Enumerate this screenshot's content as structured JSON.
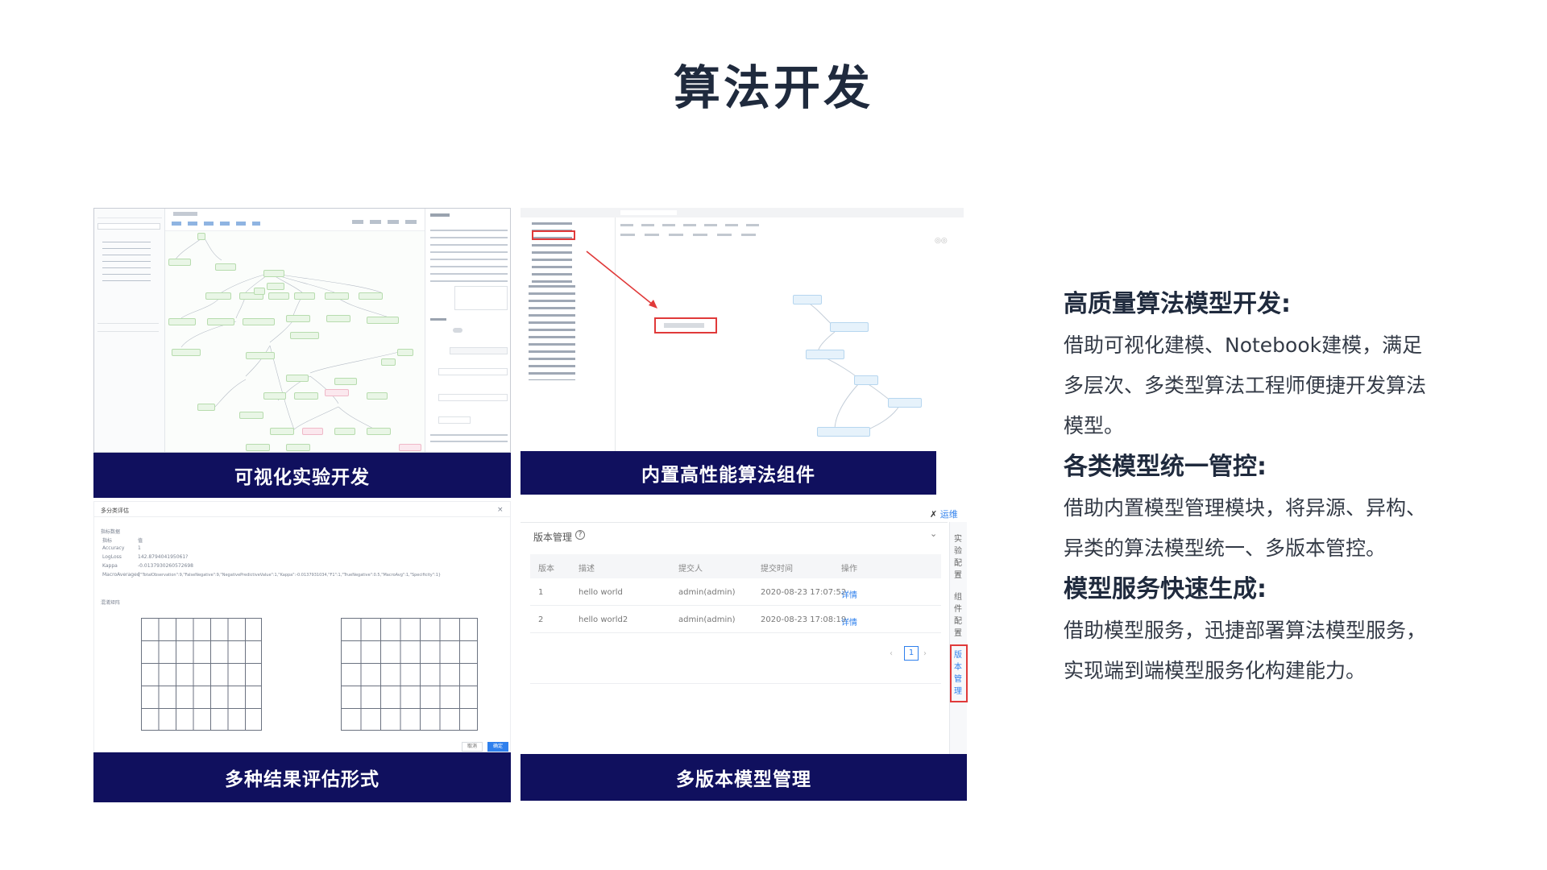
{
  "title": "算法开发",
  "captions": {
    "visual": "可视化实验开发",
    "builtin": "内置高性能算法组件",
    "eval": "多种结果评估形式",
    "version": "多版本模型管理"
  },
  "sections": [
    {
      "heading": "高质量算法模型开发:",
      "lines": [
        "借助可视化建模、Notebook建模，满足",
        "多层次、多类型算法工程师便捷开发算法",
        "模型。"
      ]
    },
    {
      "heading": "各类模型统一管控:",
      "lines": [
        "借助内置模型管理模块，将异源、异构、",
        "异类的算法模型统一、多版本管控。"
      ]
    },
    {
      "heading": "模型服务快速生成:",
      "lines": [
        "借助模型服务，迅捷部署算法模型服务，",
        "实现端到端模型服务化构建能力。"
      ]
    }
  ],
  "version_panel": {
    "title": "版本管理",
    "columns": [
      "版本",
      "描述",
      "提交人",
      "提交时间",
      "操作"
    ],
    "rows": [
      {
        "ver": "1",
        "desc": "hello world",
        "user": "admin(admin)",
        "time": "2020-08-23 17:07:52",
        "op": "详情"
      },
      {
        "ver": "2",
        "desc": "hello world2",
        "user": "admin(admin)",
        "time": "2020-08-23 17:08:19",
        "op": "详情"
      }
    ],
    "page": "1",
    "top_link": "运维",
    "side_tabs": [
      "实验配置",
      "组件配置",
      "版本管理"
    ]
  },
  "eval_panel": {
    "title": "多分类评估",
    "section1": "指标数据",
    "section2": "混淆矩阵",
    "metrics": [
      {
        "k": "指标",
        "v": "值"
      },
      {
        "k": "Accuracy",
        "v": "1"
      },
      {
        "k": "LogLoss",
        "v": "142.879404195061?"
      },
      {
        "k": "Kappa",
        "v": "-0.0137930260572698"
      },
      {
        "k": "MacroAveraged",
        "v": "{\"TotalObservation\":9,\"FalseNegative\":9,\"NegativePredictiveValue\":1,\"Kappa\":-0.0137931034,\"F1\":1,\"TrueNegative\":0.5,\"MacroAvg\":1,\"Specificity\":1}"
      }
    ],
    "btn_cancel": "取消",
    "btn_ok": "确定",
    "close": "×"
  },
  "colors": {
    "caption_bg": "#10105e",
    "title": "#1f2a3d",
    "accent_red": "#e03a3a",
    "link": "#2f80ed"
  }
}
